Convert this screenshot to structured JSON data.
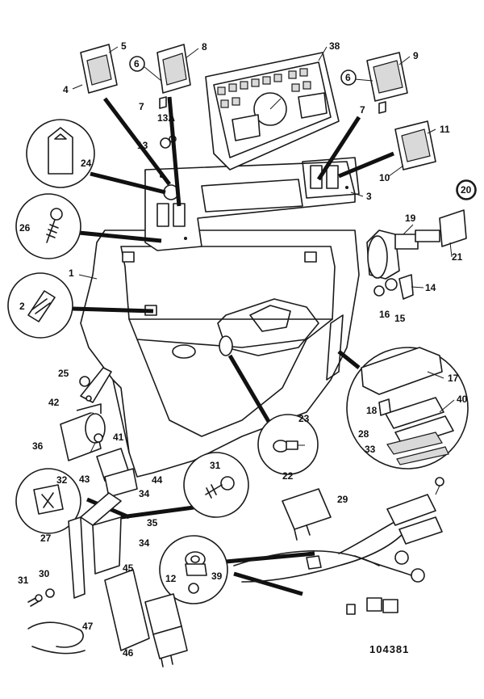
{
  "figure": {
    "reference_number": "104381",
    "callouts": {
      "c1": "1",
      "c2": "2",
      "c3": "3",
      "c4": "4",
      "c5": "5",
      "c6a": "6",
      "c6b": "6",
      "c7a": "7",
      "c7b": "7",
      "c8": "8",
      "c9": "9",
      "c10": "10",
      "c11": "11",
      "c12": "12",
      "c13": "13",
      "c13a": "13A",
      "c14": "14",
      "c15": "15",
      "c16": "16",
      "c17": "17",
      "c18": "18",
      "c19": "19",
      "c20": "20",
      "c21": "21",
      "c22": "22",
      "c23": "23",
      "c24": "24",
      "c25": "25",
      "c26": "26",
      "c27": "27",
      "c28": "28",
      "c29": "29",
      "c30": "30",
      "c31a": "31",
      "c31b": "31",
      "c32": "32",
      "c33": "33",
      "c34a": "34",
      "c34b": "34",
      "c35": "35",
      "c36": "36",
      "c38": "38",
      "c39": "39",
      "c40": "40",
      "c41": "41",
      "c42": "42",
      "c43": "43",
      "c44": "44",
      "c45": "45",
      "c46": "46",
      "c47": "47"
    }
  }
}
